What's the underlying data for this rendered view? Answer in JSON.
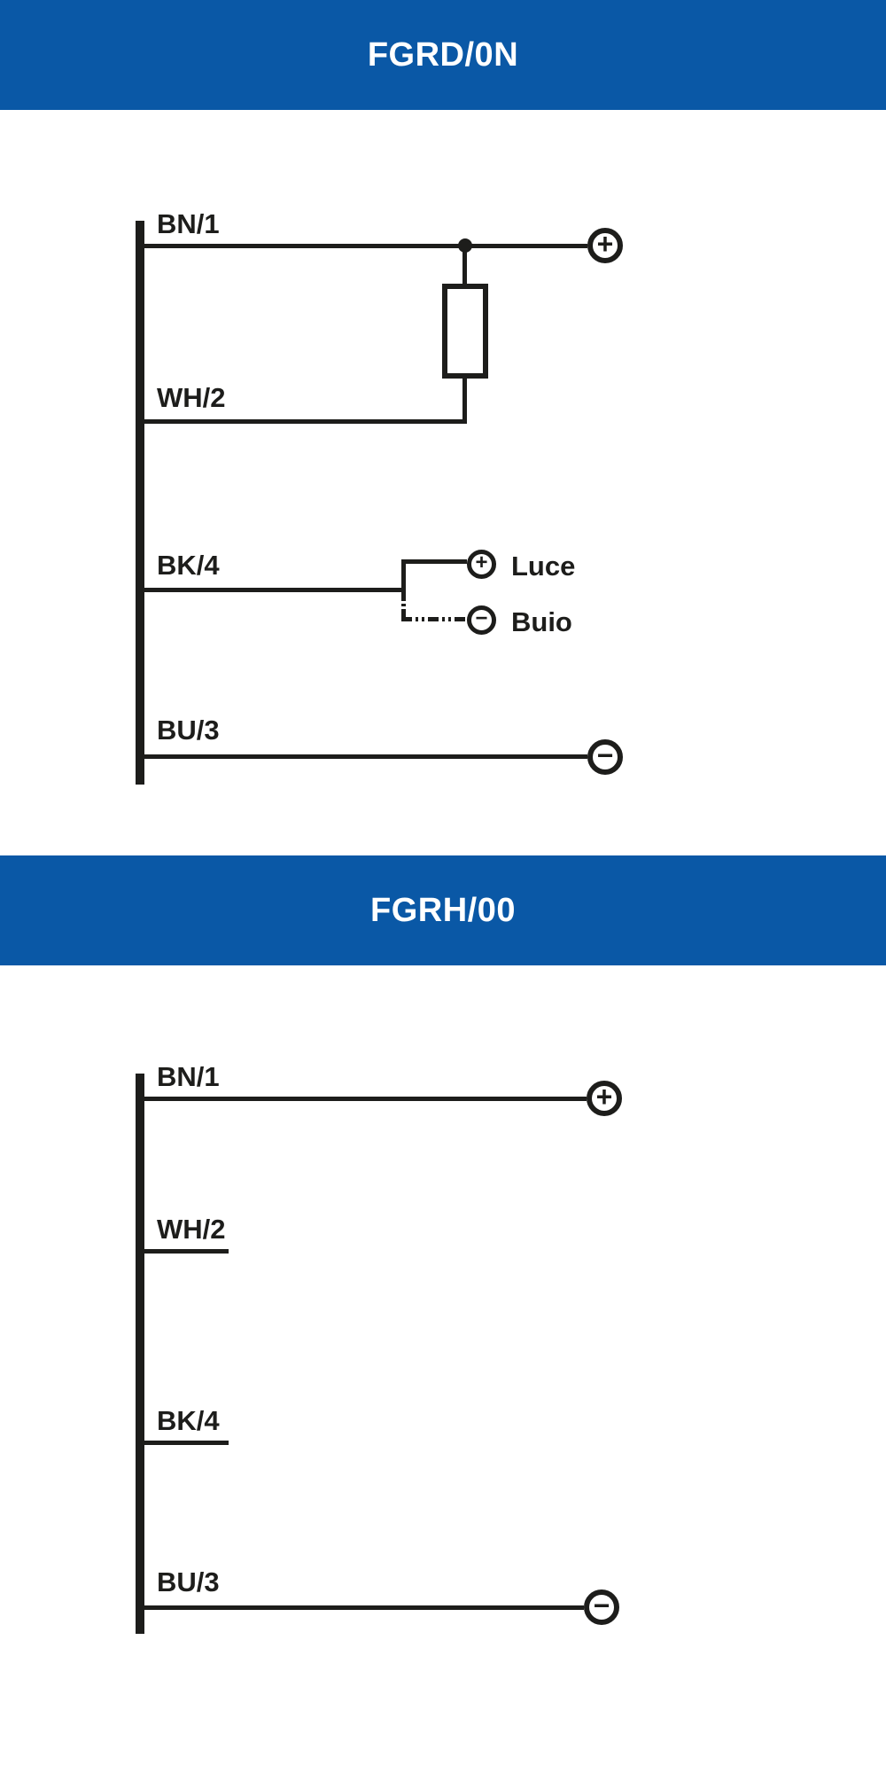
{
  "colors": {
    "accent_blue": "#0a58a6",
    "line_black": "#1d1d1b",
    "background": "#ffffff"
  },
  "icons": {
    "positive_terminal": "plus-circle-icon",
    "negative_terminal": "minus-circle-icon",
    "resistor": "resistor-box-icon",
    "junction": "junction-dot-icon"
  },
  "sections": [
    {
      "title": "FGRD/0N",
      "wires": [
        {
          "label": "BN/1",
          "terminal": "+"
        },
        {
          "label": "WH/2"
        },
        {
          "label": "BK/4",
          "outputs": [
            {
              "symbol": "+",
              "label": "Luce",
              "line_style": "solid"
            },
            {
              "symbol": "−",
              "label": "Buio",
              "line_style": "dash-dot"
            }
          ]
        },
        {
          "label": "BU/3",
          "terminal": "−"
        }
      ]
    },
    {
      "title": "FGRH/00",
      "wires": [
        {
          "label": "BN/1",
          "terminal": "+"
        },
        {
          "label": "WH/2"
        },
        {
          "label": "BK/4"
        },
        {
          "label": "BU/3",
          "terminal": "−"
        }
      ]
    }
  ]
}
